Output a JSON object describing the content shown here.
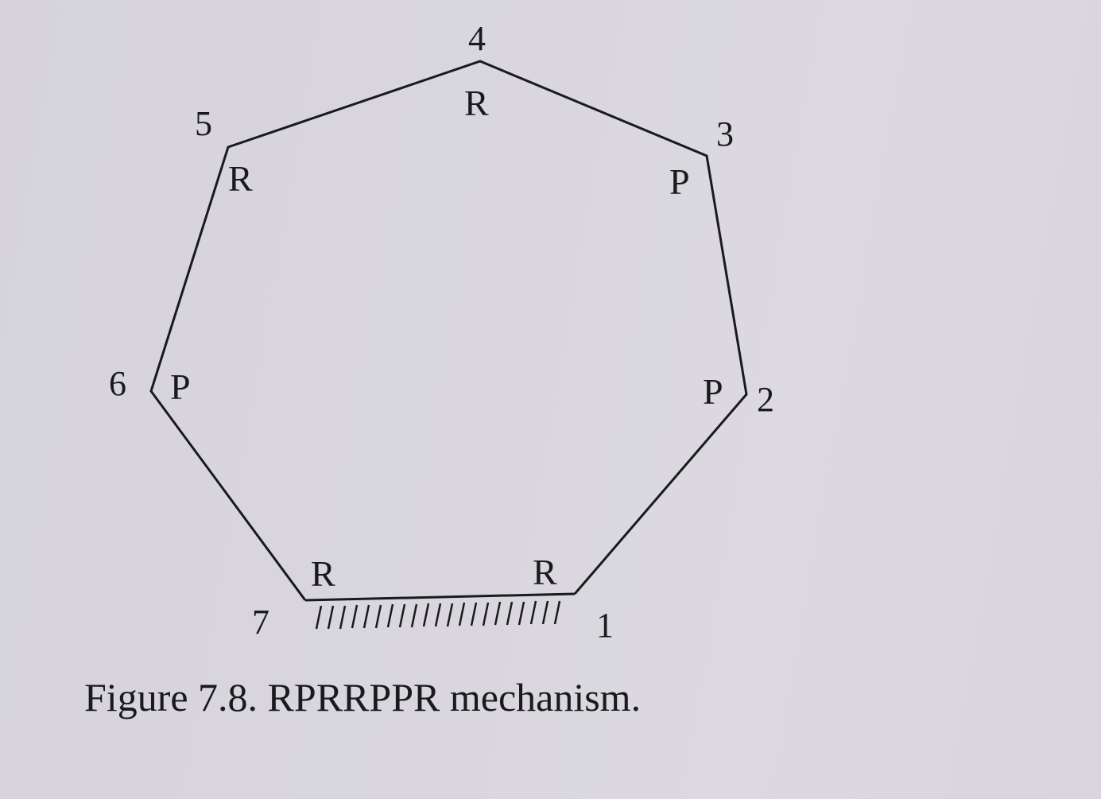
{
  "nodes": {
    "n1": "1",
    "n2": "2",
    "n3": "3",
    "n4": "4",
    "n5": "5",
    "n6": "6",
    "n7": "7"
  },
  "joints": {
    "j1": "R",
    "j2": "P",
    "j3": "P",
    "j4": "R",
    "j5": "R",
    "j6": "P",
    "j7": "R"
  },
  "caption": "Figure 7.8. RPRRPPR mechanism."
}
